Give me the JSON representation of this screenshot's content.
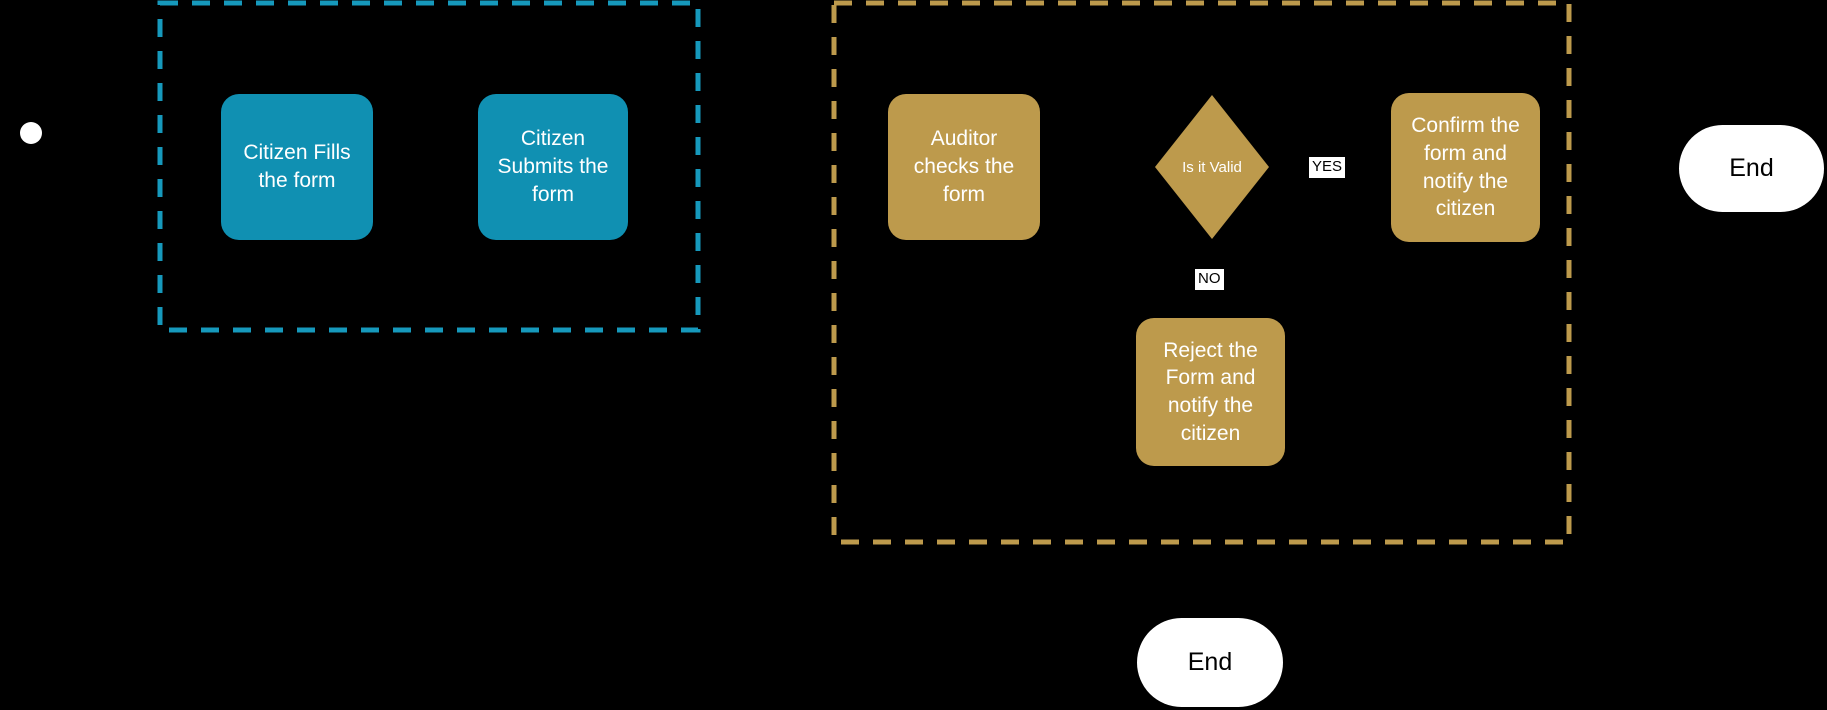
{
  "colors": {
    "background": "#000000",
    "citizen_fill": "#1090B2",
    "citizen_lane_border": "#1699BC",
    "auditor_fill": "#BD9A4C",
    "auditor_lane_border": "#BD9A4C",
    "node_text": "#FFFFFF",
    "terminal_fill": "#FFFFFF",
    "terminal_text": "#000000",
    "edge_label_bg": "#FFFFFF",
    "edge_label_text": "#000000"
  },
  "nodes": {
    "fill_form": {
      "label": "Citizen Fills\nthe form"
    },
    "submit_form": {
      "label": "Citizen\nSubmits the\nform"
    },
    "auditor_checks": {
      "label": "Auditor\nchecks the\nform"
    },
    "is_it_valid": {
      "label": "Is it Valid"
    },
    "confirm_form": {
      "label": "Confirm the\nform and\nnotify the\ncitizen"
    },
    "reject_form": {
      "label": "Reject the\nForm and\nnotify the\ncitizen"
    },
    "end_main": {
      "label": "End"
    },
    "end_reject": {
      "label": "End"
    }
  },
  "edge_labels": {
    "yes": "YES",
    "no": "NO"
  }
}
